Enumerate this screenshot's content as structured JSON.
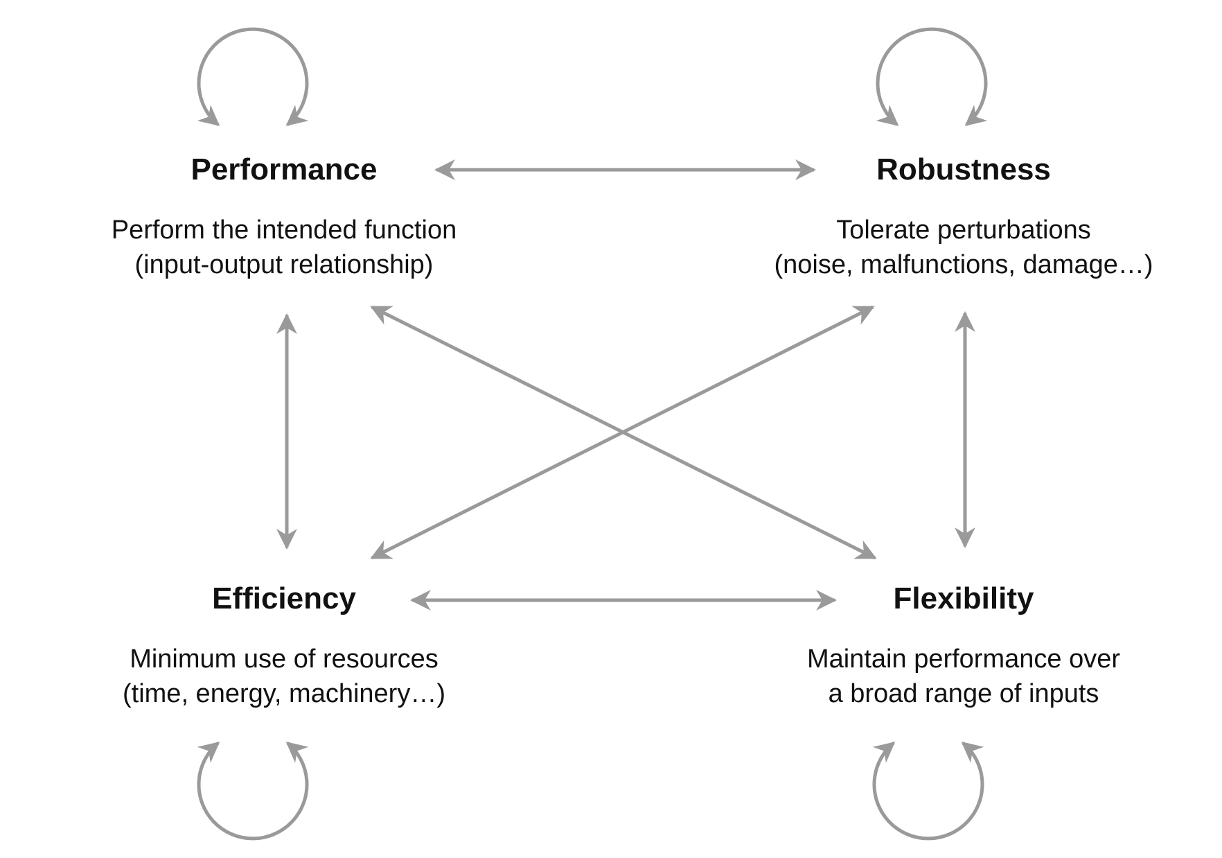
{
  "nodes": {
    "performance": {
      "title": "Performance",
      "line1": "Perform the intended function",
      "line2": "(input-output relationship)"
    },
    "robustness": {
      "title": "Robustness",
      "line1": "Tolerate perturbations",
      "line2": "(noise, malfunctions, damage…)"
    },
    "efficiency": {
      "title": "Efficiency",
      "line1": "Minimum use of resources",
      "line2": "(time, energy, machinery…)"
    },
    "flexibility": {
      "title": "Flexibility",
      "line1": "Maintain performance over",
      "line2": "a broad range of inputs"
    }
  },
  "edges": [
    {
      "from": "performance",
      "to": "robustness",
      "bidirectional": true
    },
    {
      "from": "efficiency",
      "to": "flexibility",
      "bidirectional": true
    },
    {
      "from": "performance",
      "to": "efficiency",
      "bidirectional": true
    },
    {
      "from": "robustness",
      "to": "flexibility",
      "bidirectional": true
    },
    {
      "from": "performance",
      "to": "flexibility",
      "bidirectional": true
    },
    {
      "from": "robustness",
      "to": "efficiency",
      "bidirectional": true
    }
  ],
  "self_loops": [
    "performance",
    "robustness",
    "efficiency",
    "flexibility"
  ],
  "colors": {
    "arrow": "#9a9a9a",
    "text": "#111111",
    "background": "#ffffff"
  }
}
